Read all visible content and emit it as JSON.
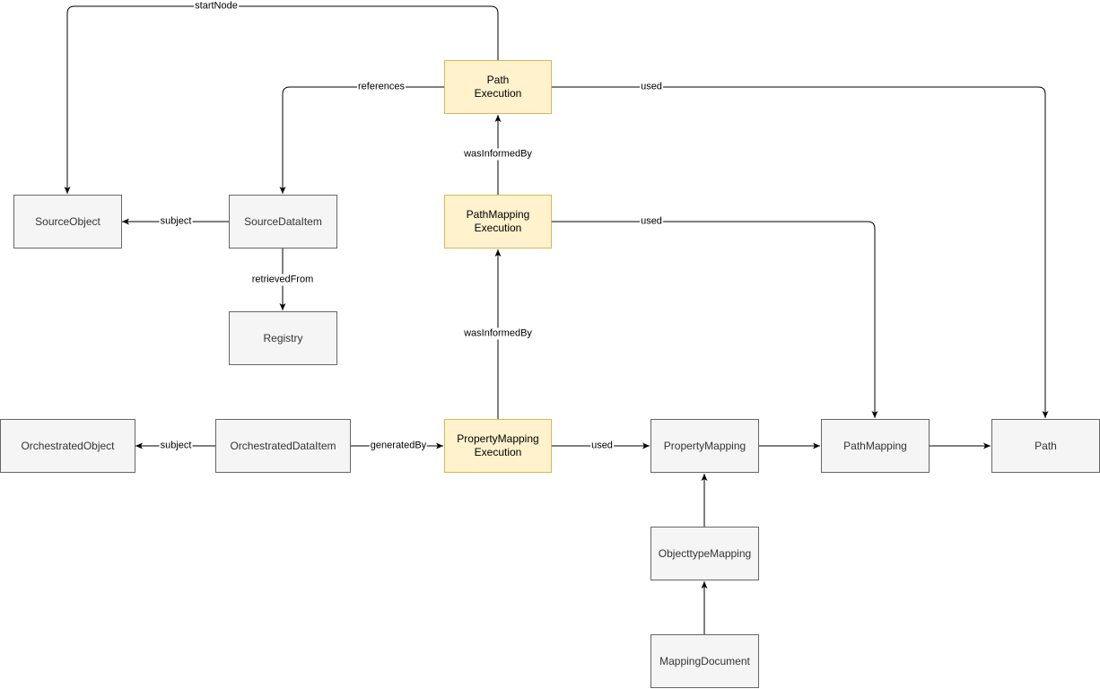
{
  "colors": {
    "entity_fill": "#f5f5f5",
    "entity_border": "#666666",
    "entity_text": "#333333",
    "activity_fill": "#fff2cc",
    "activity_border": "#d6b656",
    "edge": "#000000"
  },
  "nodes": {
    "path_execution": {
      "label": "Path\nExecution",
      "kind": "activity"
    },
    "path_mapping_execution": {
      "label": "PathMapping\nExecution",
      "kind": "activity"
    },
    "property_mapping_execution": {
      "label": "PropertyMapping\nExecution",
      "kind": "activity"
    },
    "source_object": {
      "label": "SourceObject",
      "kind": "entity"
    },
    "source_data_item": {
      "label": "SourceDataItem",
      "kind": "entity"
    },
    "registry": {
      "label": "Registry",
      "kind": "entity"
    },
    "orchestrated_object": {
      "label": "OrchestratedObject",
      "kind": "entity"
    },
    "orchestrated_data_item": {
      "label": "OrchestratedDataItem",
      "kind": "entity"
    },
    "property_mapping": {
      "label": "PropertyMapping",
      "kind": "entity"
    },
    "path_mapping": {
      "label": "PathMapping",
      "kind": "entity"
    },
    "path": {
      "label": "Path",
      "kind": "entity"
    },
    "objecttype_mapping": {
      "label": "ObjecttypeMapping",
      "kind": "entity"
    },
    "mapping_document": {
      "label": "MappingDocument",
      "kind": "entity"
    }
  },
  "edges": {
    "start_node": {
      "label": "startNode",
      "from": "Path Execution",
      "to": "SourceObject"
    },
    "references": {
      "label": "references",
      "from": "Path Execution",
      "to": "SourceDataItem"
    },
    "path_exec_used": {
      "label": "used",
      "from": "Path Execution",
      "to": "Path"
    },
    "was_informed_by_1": {
      "label": "wasInformedBy",
      "from": "PathMapping Execution",
      "to": "Path Execution"
    },
    "path_mapping_exec_used": {
      "label": "used",
      "from": "PathMapping Execution",
      "to": "PathMapping"
    },
    "subject_source": {
      "label": "subject",
      "from": "SourceDataItem",
      "to": "SourceObject"
    },
    "retrieved_from": {
      "label": "retrievedFrom",
      "from": "SourceDataItem",
      "to": "Registry"
    },
    "was_informed_by_2": {
      "label": "wasInformedBy",
      "from": "PropertyMapping Execution",
      "to": "PathMapping Execution"
    },
    "subject_orchestrated": {
      "label": "subject",
      "from": "OrchestratedDataItem",
      "to": "OrchestratedObject"
    },
    "generated_by": {
      "label": "generatedBy",
      "from": "OrchestratedDataItem",
      "to": "PropertyMapping Execution"
    },
    "property_mapping_exec_used": {
      "label": "used",
      "from": "PropertyMapping Execution",
      "to": "PropertyMapping"
    },
    "property_mapping_to_path_mapping": {
      "label": "",
      "from": "PropertyMapping",
      "to": "PathMapping"
    },
    "path_mapping_to_path": {
      "label": "",
      "from": "PathMapping",
      "to": "Path"
    },
    "objecttype_to_property": {
      "label": "",
      "from": "ObjecttypeMapping",
      "to": "PropertyMapping"
    },
    "document_to_objecttype": {
      "label": "",
      "from": "MappingDocument",
      "to": "ObjecttypeMapping"
    }
  }
}
